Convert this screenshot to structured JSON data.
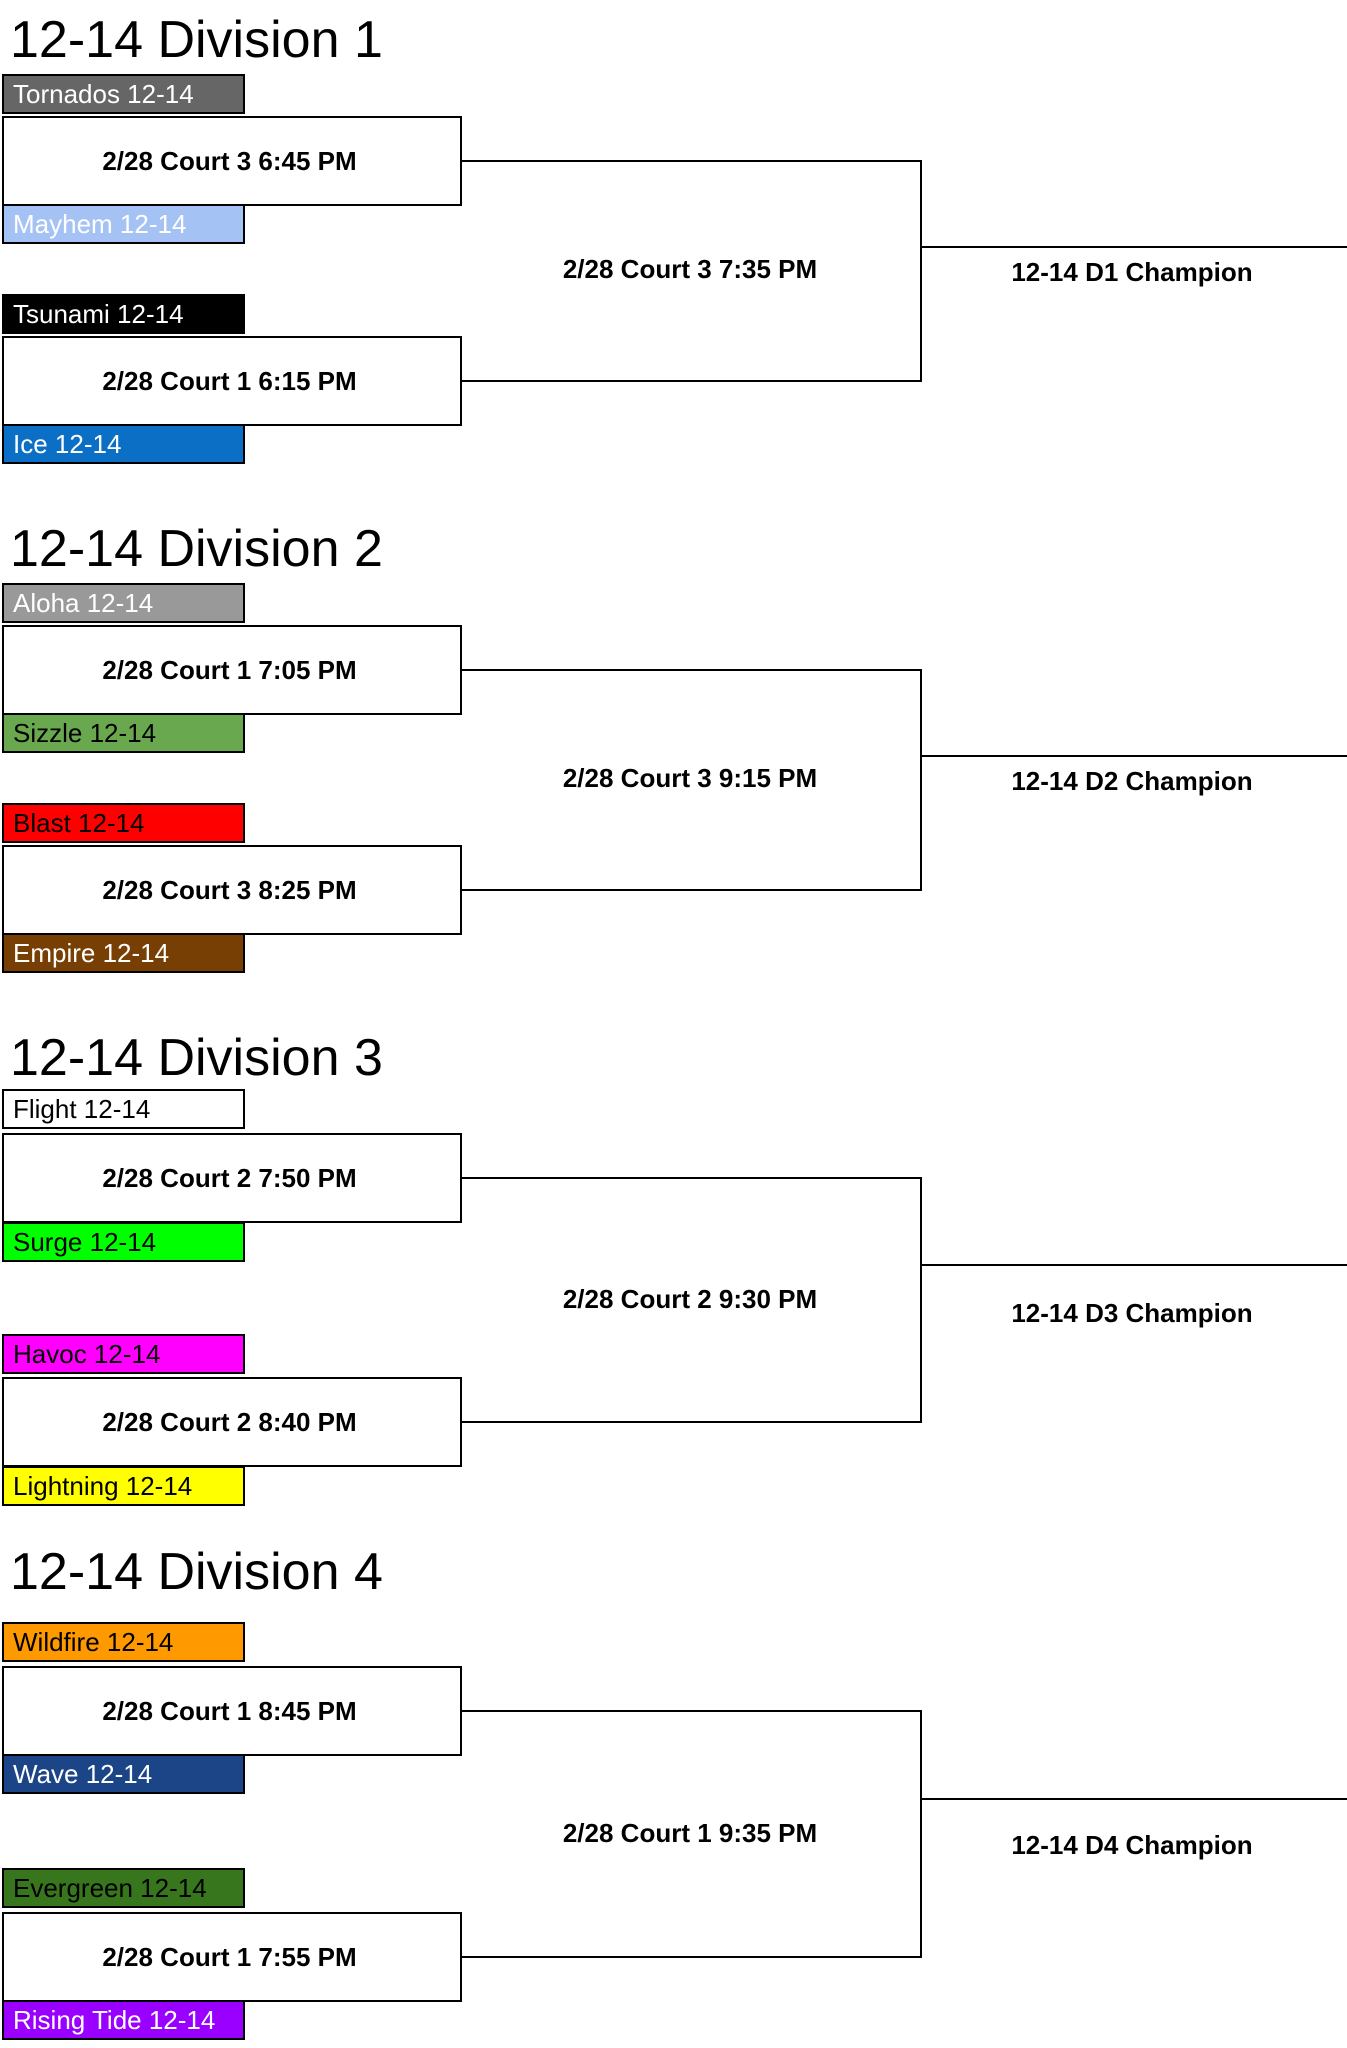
{
  "divisions": [
    {
      "title": "12-14 Division 1",
      "teams": [
        {
          "name": "Tornados 12-14",
          "bg": "#666666",
          "fg": "#ffffff"
        },
        {
          "name": "Mayhem 12-14",
          "bg": "#a4c2f4",
          "fg": "#ffffff"
        },
        {
          "name": "Tsunami 12-14",
          "bg": "#000000",
          "fg": "#ffffff"
        },
        {
          "name": "Ice 12-14",
          "bg": "#0b6fc5",
          "fg": "#ffffff"
        }
      ],
      "games": [
        "2/28 Court 3 6:45 PM",
        "2/28 Court 1 6:15 PM"
      ],
      "final": "2/28 Court 3 7:35 PM",
      "champion": "12-14 D1 Champion"
    },
    {
      "title": "12-14 Division 2",
      "teams": [
        {
          "name": "Aloha 12-14",
          "bg": "#999999",
          "fg": "#ffffff"
        },
        {
          "name": "Sizzle 12-14",
          "bg": "#6aa84f",
          "fg": "#000000"
        },
        {
          "name": "Blast 12-14",
          "bg": "#ff0000",
          "fg": "#000000"
        },
        {
          "name": "Empire 12-14",
          "bg": "#783f04",
          "fg": "#ffffff"
        }
      ],
      "games": [
        "2/28 Court 1 7:05 PM",
        "2/28 Court 3 8:25 PM"
      ],
      "final": "2/28 Court 3 9:15 PM",
      "champion": "12-14 D2 Champion"
    },
    {
      "title": "12-14 Division 3",
      "teams": [
        {
          "name": "Flight 12-14",
          "bg": "#ffffff",
          "fg": "#000000"
        },
        {
          "name": "Surge 12-14",
          "bg": "#00ff00",
          "fg": "#000000"
        },
        {
          "name": "Havoc 12-14",
          "bg": "#ff00ff",
          "fg": "#000000"
        },
        {
          "name": "Lightning 12-14",
          "bg": "#ffff00",
          "fg": "#000000"
        }
      ],
      "games": [
        "2/28 Court 2 7:50 PM",
        "2/28 Court 2 8:40 PM"
      ],
      "final": "2/28 Court 2 9:30 PM",
      "champion": "12-14 D3 Champion"
    },
    {
      "title": "12-14 Division 4",
      "teams": [
        {
          "name": "Wildfire 12-14",
          "bg": "#ff9900",
          "fg": "#000000"
        },
        {
          "name": "Wave 12-14",
          "bg": "#1c4587",
          "fg": "#ffffff"
        },
        {
          "name": "Evergreen 12-14",
          "bg": "#38761d",
          "fg": "#000000"
        },
        {
          "name": "Rising Tide 12-14",
          "bg": "#9900ff",
          "fg": "#ffffff"
        }
      ],
      "games": [
        "2/28 Court 1 8:45 PM",
        "2/28 Court 1 7:55 PM"
      ],
      "final": "2/28 Court 1 9:35 PM",
      "champion": "12-14 D4 Champion"
    }
  ]
}
